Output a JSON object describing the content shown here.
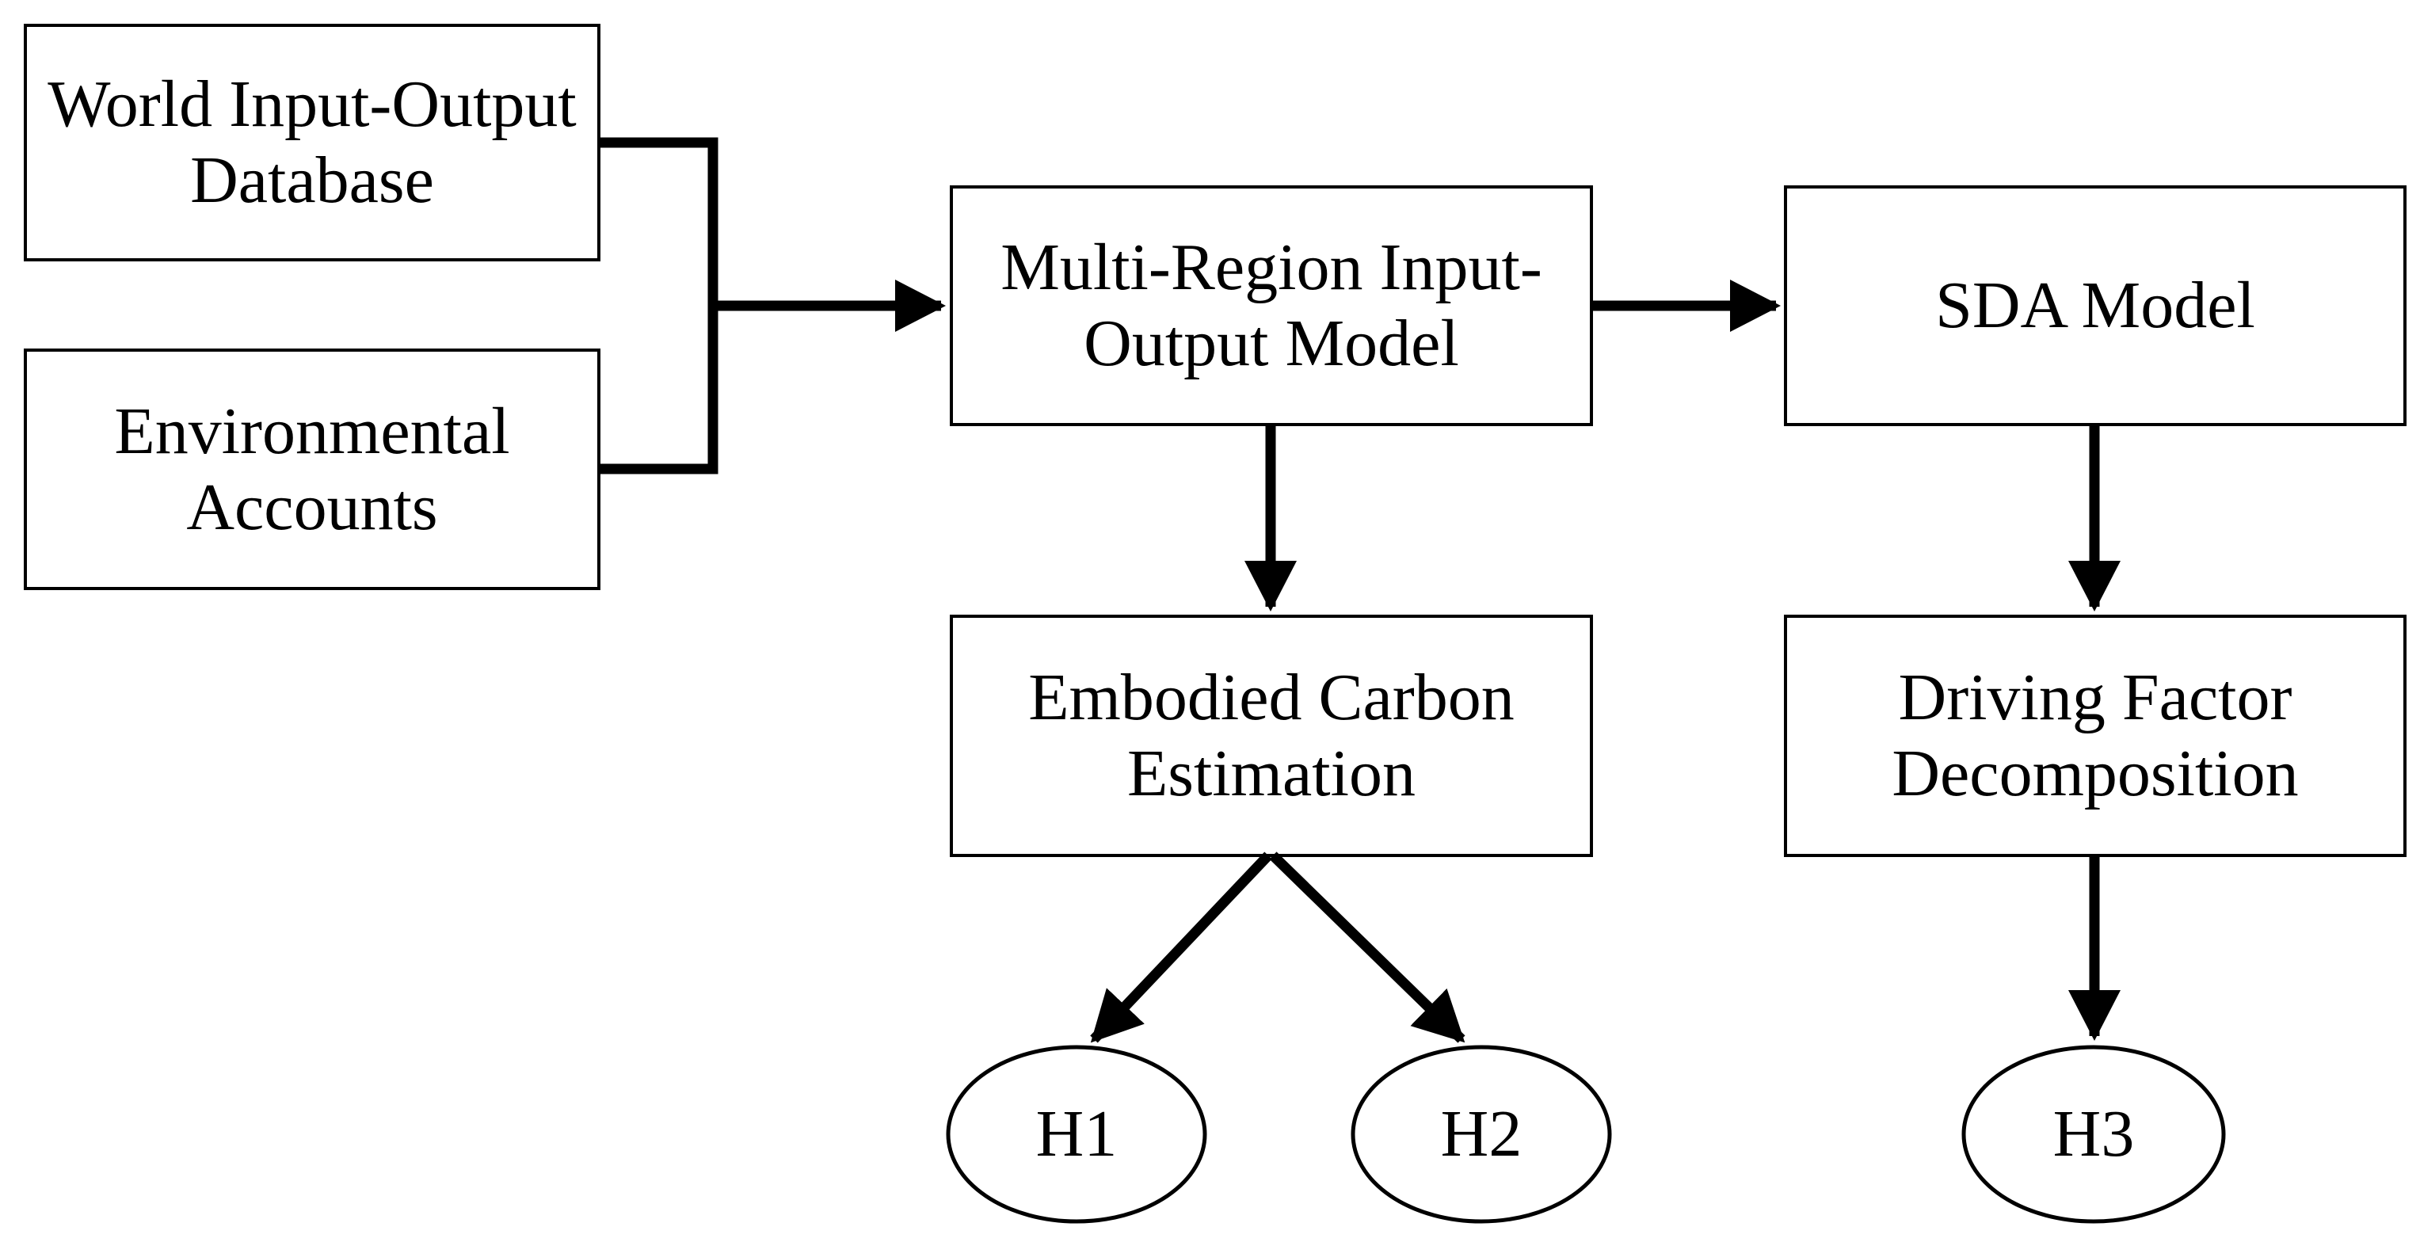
{
  "diagram": {
    "description": "Research framework flowchart linking input databases to MRIO and SDA models, carbon estimation, driving-factor decomposition, and hypotheses H1-H3",
    "colors": {
      "background": "#ffffff",
      "line": "#000000",
      "text": "#000000",
      "node_fill": "#ffffff"
    },
    "nodes": {
      "wiod": {
        "label": "World Input-Output\nDatabase",
        "shape": "rectangle"
      },
      "env": {
        "label": "Environmental\nAccounts",
        "shape": "rectangle"
      },
      "mrio": {
        "label": "Multi-Region Input-\nOutput Model",
        "shape": "rectangle"
      },
      "sda": {
        "label": "SDA Model",
        "shape": "rectangle"
      },
      "embodied": {
        "label": "Embodied Carbon\nEstimation",
        "shape": "rectangle"
      },
      "driving": {
        "label": "Driving Factor\nDecomposition",
        "shape": "rectangle"
      },
      "h1": {
        "label": "H1",
        "shape": "ellipse"
      },
      "h2": {
        "label": "H2",
        "shape": "ellipse"
      },
      "h3": {
        "label": "H3",
        "shape": "ellipse"
      }
    },
    "edges": [
      {
        "from": "wiod",
        "to": "mrio",
        "style": "merged-bracket-arrow"
      },
      {
        "from": "env",
        "to": "mrio",
        "style": "merged-bracket-arrow"
      },
      {
        "from": "mrio",
        "to": "sda",
        "style": "arrow"
      },
      {
        "from": "mrio",
        "to": "embodied",
        "style": "arrow"
      },
      {
        "from": "sda",
        "to": "driving",
        "style": "arrow"
      },
      {
        "from": "embodied",
        "to": "h1",
        "style": "arrow"
      },
      {
        "from": "embodied",
        "to": "h2",
        "style": "arrow"
      },
      {
        "from": "driving",
        "to": "h3",
        "style": "arrow"
      }
    ]
  }
}
